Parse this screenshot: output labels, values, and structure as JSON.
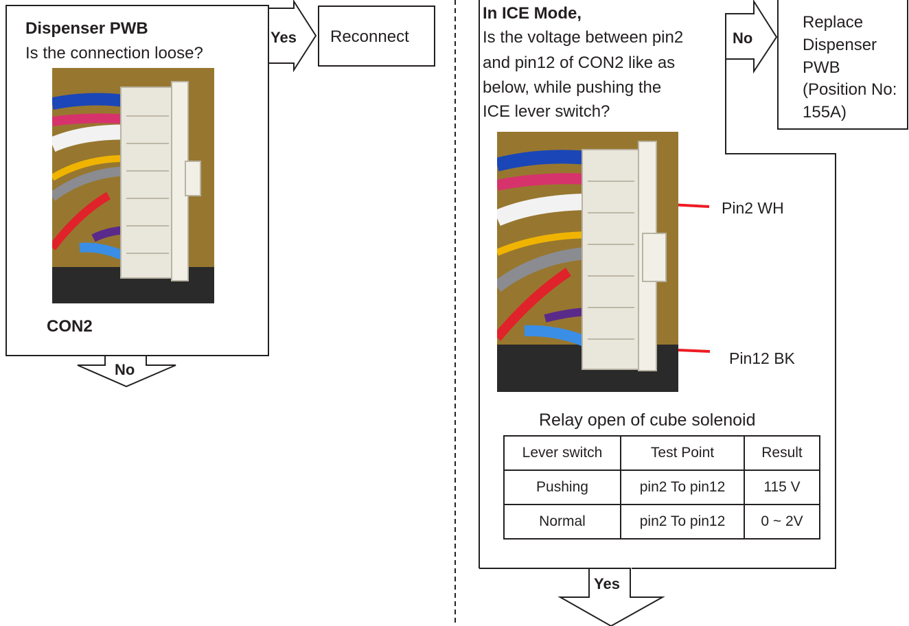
{
  "left_box": {
    "title": "Dispenser PWB",
    "question": "Is the connection loose?",
    "connector_label": "CON2",
    "yes_label": "Yes",
    "no_label": "No",
    "action": "Reconnect"
  },
  "right_box": {
    "title": "In ICE Mode,",
    "question_lines": [
      "Is the voltage between pin2",
      "and pin12 of CON2 like as",
      "below, while pushing the",
      "ICE  lever switch?"
    ],
    "no_label": "No",
    "yes_label": "Yes",
    "action_lines": [
      "Replace",
      "Dispenser",
      "PWB",
      "(Position No:",
      "155A)"
    ],
    "pin_labels": [
      "Pin2  WH",
      "Pin12 BK"
    ],
    "table_caption": "Relay open of cube solenoid",
    "table": {
      "headers": [
        "Lever switch",
        "Test Point",
        "Result"
      ],
      "rows": [
        [
          "Pushing",
          "pin2 To pin12",
          "115 V"
        ],
        [
          "Normal",
          "pin2 To pin12",
          "0 ~ 2V"
        ]
      ]
    }
  },
  "colors": {
    "line": "#231f20",
    "arrow_red": "#ed1c24",
    "wire_blue": "#1a46b8",
    "wire_pink": "#d6336c",
    "wire_white": "#f2f2f2",
    "wire_yellow": "#f0b400",
    "wire_gray": "#8a8c91",
    "wire_red": "#e0222a",
    "wire_purple": "#5a2a8a",
    "wire_lightblue": "#3a8ee6",
    "connector": "#e9e6dc",
    "board_bg": "#9a7a2a"
  }
}
